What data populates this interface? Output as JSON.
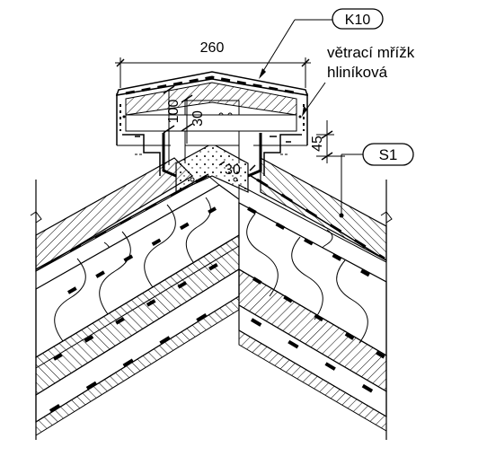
{
  "labels": {
    "k10": "K10",
    "s1": "S1",
    "grille_line1": "větrací mřížk",
    "grille_line2": "hliníková"
  },
  "dimensions": {
    "ridge_width": "260",
    "cap_height": "100",
    "inner_height": "30",
    "slope_offset": "30",
    "gap_height": "45"
  },
  "colors": {
    "line": "#000000",
    "background": "#ffffff"
  }
}
